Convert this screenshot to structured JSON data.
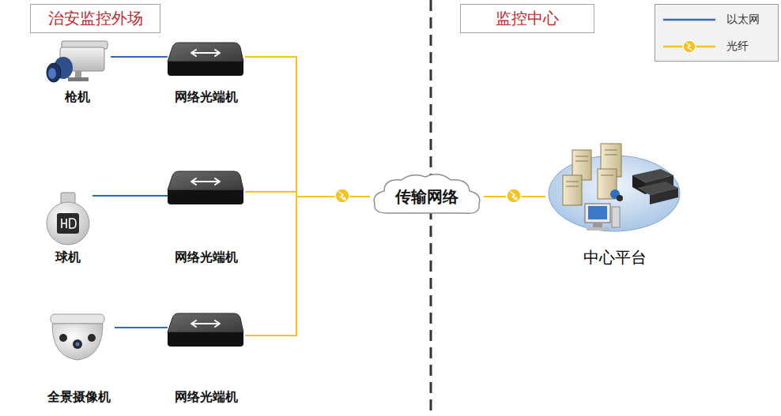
{
  "diagram": {
    "nodes": [
      {
        "text": [
          "治安监控外场"
        ]
      },
      {
        "text": [
          "监控中心"
        ]
      },
      {
        "text": [
          "枪机"
        ]
      },
      {
        "text": [
          "网络光端机"
        ]
      },
      {
        "text": [
          "球机"
        ]
      },
      {
        "text": [
          "网络光端机"
        ]
      },
      {
        "text": [
          "全景摄像机"
        ]
      },
      {
        "text": [
          "网络光端机"
        ]
      },
      {
        "text": [
          "传输网络"
        ]
      },
      {
        "text": [
          "中心平台"
        ]
      }
    ],
    "edges": [
      {
        "from": 2,
        "to": 3,
        "arrow": "none"
      },
      {
        "from": 4,
        "to": 5,
        "arrow": "none"
      },
      {
        "from": 6,
        "to": 7,
        "arrow": "none"
      },
      {
        "from": 3,
        "to": 8,
        "arrow": "none"
      },
      {
        "from": 5,
        "to": 8,
        "arrow": "none"
      },
      {
        "from": 7,
        "to": 8,
        "arrow": "none"
      },
      {
        "from": 8,
        "to": 9,
        "arrow": "none"
      }
    ],
    "legend": [
      {
        "text": "以太网"
      },
      {
        "text": "光纤"
      }
    ]
  }
}
